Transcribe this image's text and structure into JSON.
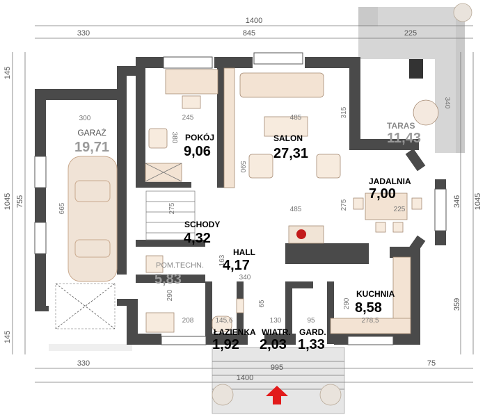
{
  "rooms": {
    "garaz": {
      "name": "GARAŻ",
      "area": "19,71"
    },
    "pokoj": {
      "name": "POKÓJ",
      "area": "9,06"
    },
    "salon": {
      "name": "SALON",
      "area": "27,31"
    },
    "taras": {
      "name": "TARAS",
      "area": "11,43"
    },
    "jadalnia": {
      "name": "JADALNIA",
      "area": "7,00"
    },
    "schody": {
      "name": "SCHODY",
      "area": "4,32"
    },
    "hall": {
      "name": "HALL",
      "area": "4,17"
    },
    "pomtechn": {
      "name": "POM.TECHN.",
      "area": "5,83"
    },
    "kuchnia": {
      "name": "KUCHNIA",
      "area": "8,58"
    },
    "lazienka": {
      "name": "ŁAZIENKA",
      "area": "1,92"
    },
    "wiatr": {
      "name": "WIATR.",
      "area": "2,03"
    },
    "gard": {
      "name": "GARD.",
      "area": "1,33"
    }
  },
  "dimensions": {
    "top_total": "1400",
    "top_left": "330",
    "top_mid": "845",
    "top_right": "225",
    "bottom_left": "330",
    "bottom_right": "75",
    "bottom_total": "1400",
    "bottom_mid": "995",
    "left_outer": "1045",
    "left_top": "145",
    "left_mid": "755",
    "left_bottom": "145",
    "right_outer": "1045",
    "right_346": "346",
    "right_359": "359",
    "inner_300": "300",
    "inner_665": "665",
    "inner_380": "380",
    "inner_245": "245",
    "inner_485a": "485",
    "inner_315": "315",
    "inner_340t": "340",
    "inner_590": "590",
    "inner_485b": "485",
    "inner_275": "275",
    "inner_225": "225",
    "inner_275b": "275",
    "inner_163": "163",
    "inner_340": "340",
    "inner_290a": "290",
    "inner_208": "208",
    "inner_145": "145,6",
    "inner_65": "65",
    "inner_130": "130",
    "inner_95": "95",
    "inner_290b": "290",
    "inner_2785": "278,5"
  }
}
